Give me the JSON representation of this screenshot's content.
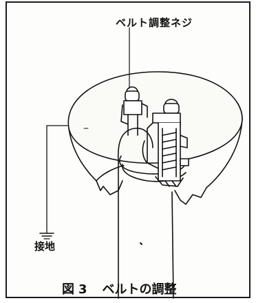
{
  "figure": {
    "label_screw": "ベルト調整ネジ",
    "label_ground": "接地",
    "caption_prefix": "図",
    "caption_number": "3",
    "caption_title": "ベルトの調整"
  }
}
